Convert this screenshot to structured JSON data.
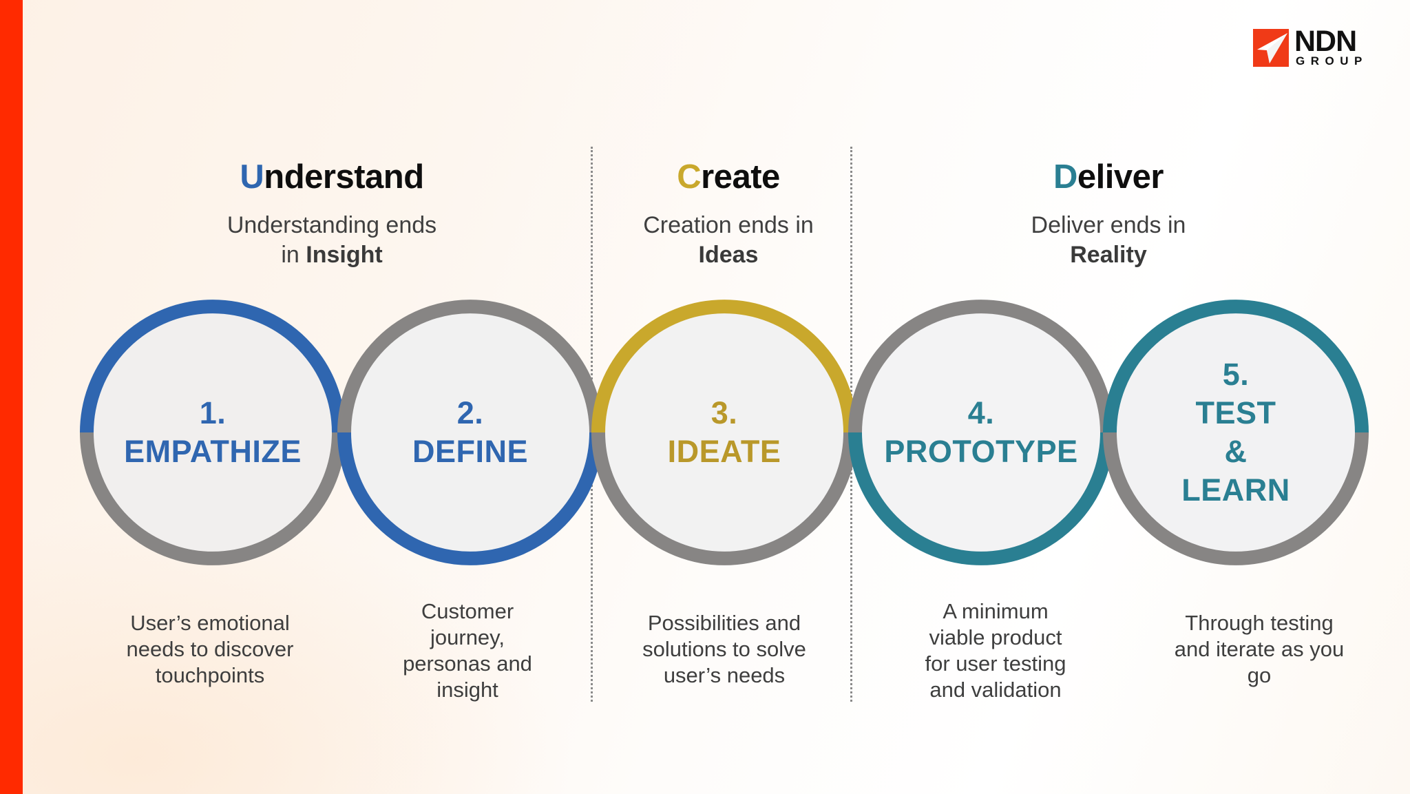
{
  "logo": {
    "brand": "NDN",
    "sub": "GROUP",
    "mark_icon": "paper-plane-arrow-icon",
    "mark_color": "#f03a17"
  },
  "accent_bar_color": "#ff2a00",
  "colors": {
    "blue": "#2f66b0",
    "gold": "#c9a82c",
    "teal": "#2a7f92",
    "gray": "#878584",
    "circle_fill": "#f1f0ef"
  },
  "phases": [
    {
      "initial": "U",
      "rest": "nderstand",
      "sub_line1": "Understanding ends",
      "sub_prefix": "in ",
      "sub_bold": "Insight",
      "color": "#2f66b0"
    },
    {
      "initial": "C",
      "rest": "reate",
      "sub_line1": "Creation ends in",
      "sub_prefix": "",
      "sub_bold": "Ideas",
      "color": "#c9a82c"
    },
    {
      "initial": "D",
      "rest": "eliver",
      "sub_line1": "Deliver ends in",
      "sub_prefix": "",
      "sub_bold": "Reality",
      "color": "#2a7f92"
    }
  ],
  "steps": [
    {
      "number": "1.",
      "lines": [
        "EMPATHIZE"
      ],
      "color": "#2f66b0",
      "description": [
        "User’s emotional",
        "needs to discover",
        "touchpoints"
      ]
    },
    {
      "number": "2.",
      "lines": [
        "DEFINE"
      ],
      "color": "#2f66b0",
      "description": [
        "Customer",
        "journey,",
        "personas and",
        "insight"
      ]
    },
    {
      "number": "3.",
      "lines": [
        "IDEATE"
      ],
      "color": "#b9982a",
      "description": [
        "Possibilities and",
        "solutions to solve",
        "user’s needs"
      ]
    },
    {
      "number": "4.",
      "lines": [
        "PROTOTYPE"
      ],
      "color": "#2a7f92",
      "description": [
        "A minimum",
        "viable product",
        "for user testing",
        "and validation"
      ]
    },
    {
      "number": "5.",
      "lines": [
        "TEST",
        "&",
        "LEARN"
      ],
      "color": "#2a7f92",
      "description": [
        "Through testing",
        "and iterate as you",
        "go"
      ]
    }
  ]
}
